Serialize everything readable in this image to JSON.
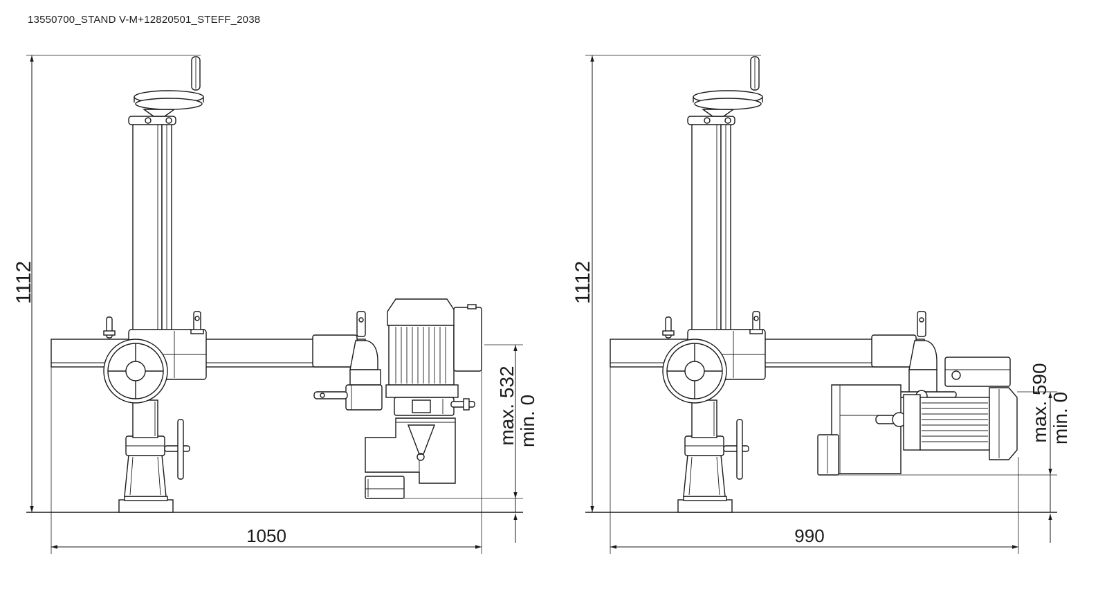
{
  "title": "13550700_STAND V-M+12820501_STEFF_2038",
  "views": [
    {
      "name": "left-view",
      "height_label": "1112",
      "width_label": "1050",
      "max_label": "max. 532",
      "min_label": "min. 0"
    },
    {
      "name": "right-view",
      "height_label": "1112",
      "width_label": "990",
      "max_label": "max. 590",
      "min_label": "min. 0"
    }
  ]
}
